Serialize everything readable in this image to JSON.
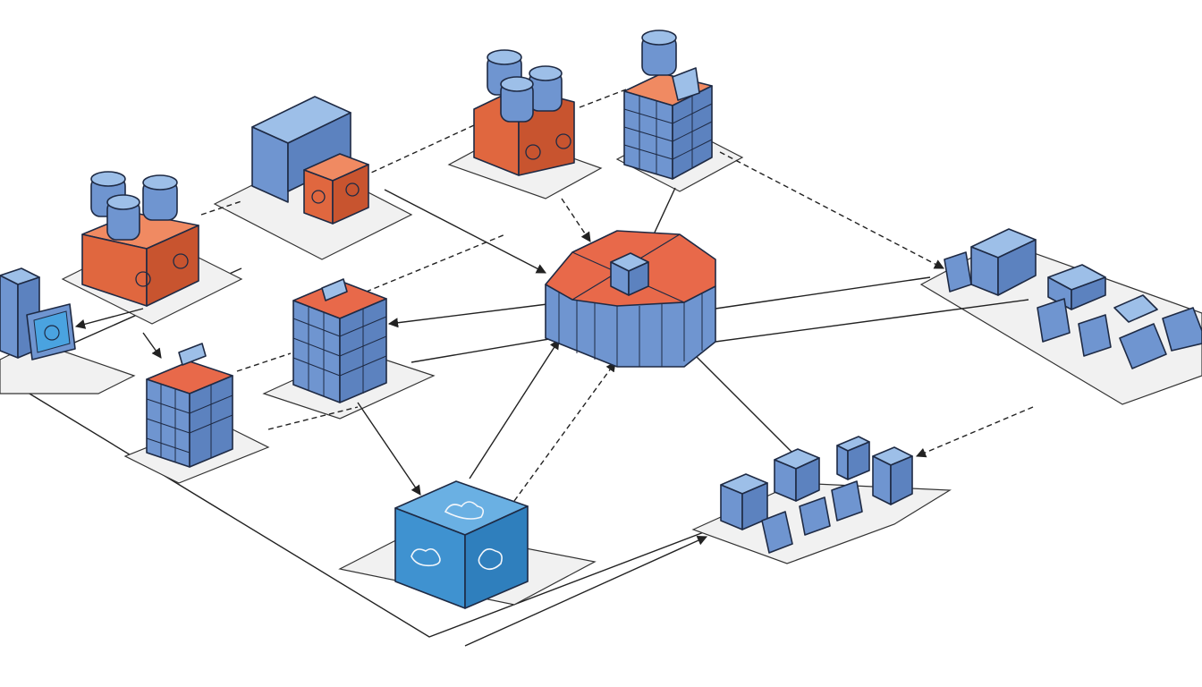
{
  "colors": {
    "blue_top": "#9dbfe8",
    "blue_left": "#6f95d0",
    "blue_right": "#5c82bf",
    "orange_top": "#f08a62",
    "orange_left": "#e0673f",
    "orange_right": "#c8542f",
    "hub_blue": "#3f92d0",
    "platform": "#f1f1f1",
    "line": "#222222"
  },
  "nodes": [
    {
      "id": "central-hub",
      "icon": "hub-octagon-icon",
      "label": ""
    },
    {
      "id": "db-cluster-top",
      "icon": "database-cluster-icon",
      "label": ""
    },
    {
      "id": "tower-top-right",
      "icon": "server-tower-icon",
      "label": ""
    },
    {
      "id": "server-top-left",
      "icon": "server-cube-icon",
      "label": ""
    },
    {
      "id": "db-cluster-left",
      "icon": "database-cluster-icon",
      "label": ""
    },
    {
      "id": "terminal-far-left",
      "icon": "monitor-terminal-icon",
      "label": ""
    },
    {
      "id": "rack-mid-left",
      "icon": "server-rack-icon",
      "label": ""
    },
    {
      "id": "rack-lower-left",
      "icon": "server-rack-icon",
      "label": ""
    },
    {
      "id": "cloud-box",
      "icon": "cloud-box-icon",
      "label": ""
    },
    {
      "id": "client-right",
      "icon": "client-devices-icon",
      "label": ""
    },
    {
      "id": "client-bottom-right",
      "icon": "client-devices-icon",
      "label": ""
    }
  ]
}
